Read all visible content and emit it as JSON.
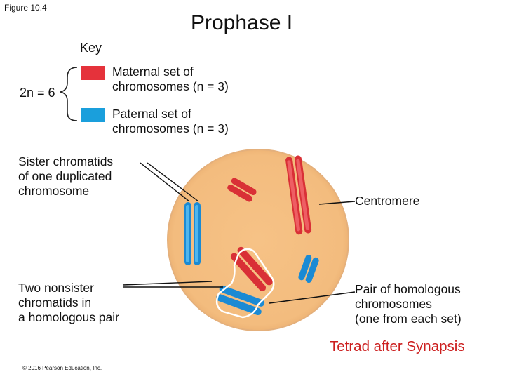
{
  "figure_label": "Figure 10.4",
  "title": "Prophase I",
  "key": {
    "label": "Key",
    "ploidy": "2n = 6",
    "maternal_text": "Maternal set of\nchromosomes (n = 3)",
    "paternal_text": "Paternal set of\nchromosomes (n = 3)",
    "maternal_color": "#e5323b",
    "paternal_color": "#1a9fdc"
  },
  "labels": {
    "sister_chromatids": "Sister chromatids\nof one duplicated\nchromosome",
    "nonsister_chromatids": "Two nonsister\nchromatids in\na homologous pair",
    "centromere": "Centromere",
    "homologous_pair": "Pair of homologous\nchromosomes\n(one from each set)",
    "tetrad": "Tetrad after Synapsis"
  },
  "copyright": "© 2016 Pearson Education, Inc.",
  "cell_color": "#f6c286"
}
